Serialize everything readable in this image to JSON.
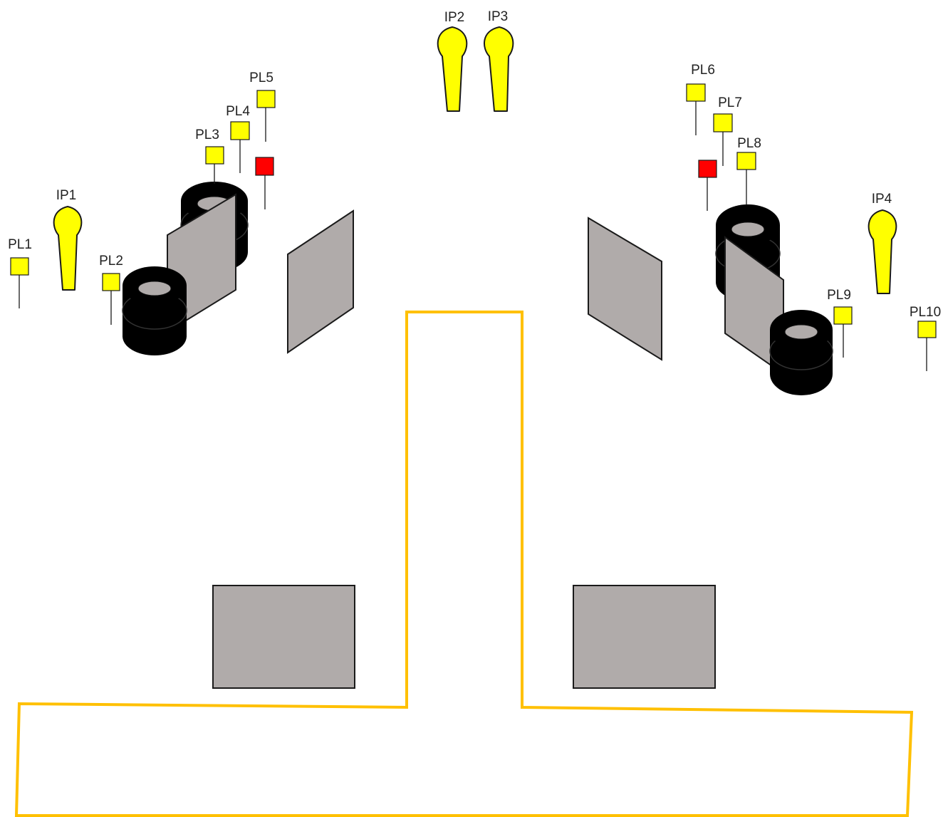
{
  "colors": {
    "flag_yellow": "#ffff00",
    "flag_red": "#ff0000",
    "panel_gray": "#b0abaa",
    "tire_black": "#000000",
    "track_orange": "#ffc000",
    "inflatable_yellow": "#ffff00"
  },
  "labels": {
    "ip1": "IP1",
    "ip2": "IP2",
    "ip3": "IP3",
    "ip4": "IP4",
    "pl1": "PL1",
    "pl2": "PL2",
    "pl3": "PL3",
    "pl4": "PL4",
    "pl5": "PL5",
    "pl6": "PL6",
    "pl7": "PL7",
    "pl8": "PL8",
    "pl9": "PL9",
    "pl10": "PL10"
  }
}
